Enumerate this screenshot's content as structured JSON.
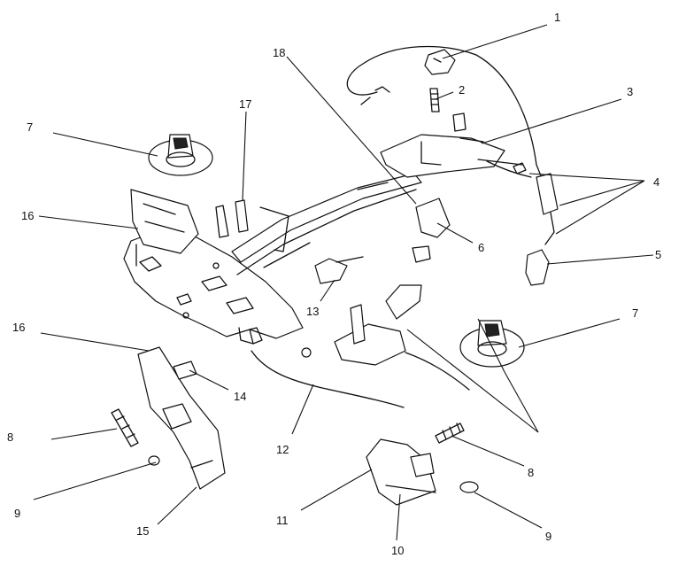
{
  "callouts": {
    "c1": "1",
    "c2": "2",
    "c3": "3",
    "c4": "4",
    "c5": "5",
    "c6": "6",
    "c7a": "7",
    "c7b": "7",
    "c8a": "8",
    "c8b": "8",
    "c9a": "9",
    "c9b": "9",
    "c10": "10",
    "c11": "11",
    "c12": "12",
    "c13": "13",
    "c14": "14",
    "c15": "15",
    "c16a": "16",
    "c16b": "16",
    "c17": "17",
    "c18": "18"
  }
}
